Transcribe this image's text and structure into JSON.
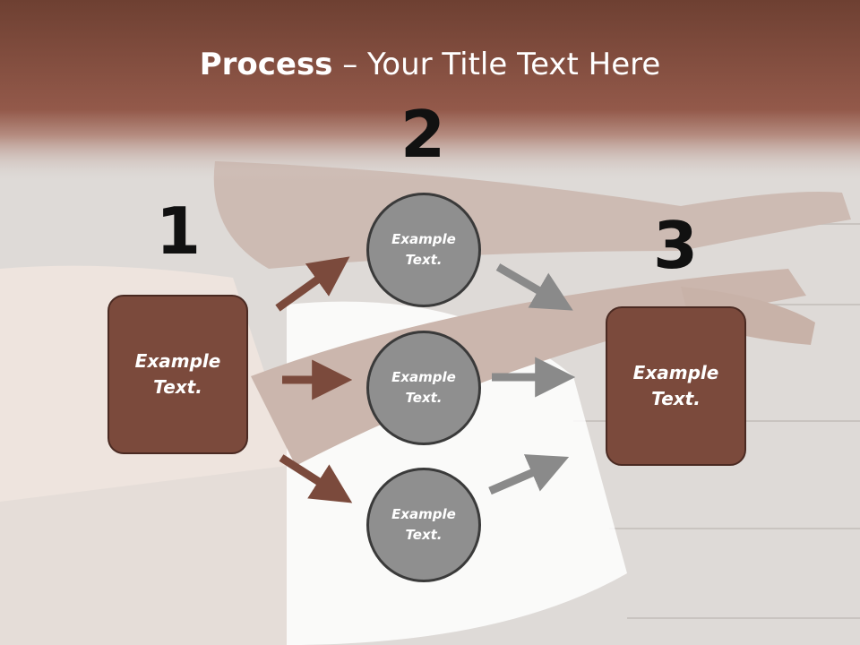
{
  "title": {
    "bold": "Process",
    "rest": " – Your Title Text Here"
  },
  "steps": [
    {
      "number": "1",
      "box_text": "Example Text."
    },
    {
      "number": "2"
    },
    {
      "number": "3",
      "box_text": "Example Text."
    }
  ],
  "circles": [
    {
      "text": "Example Text."
    },
    {
      "text": "Example Text."
    },
    {
      "text": "Example Text."
    }
  ],
  "colors": {
    "box_fill": "#7b4a3c",
    "circle_fill": "#8f8f8f",
    "arrow_brown": "#7b4a3c",
    "arrow_gray": "#8a8a8a",
    "header": "#7e4b3d"
  }
}
